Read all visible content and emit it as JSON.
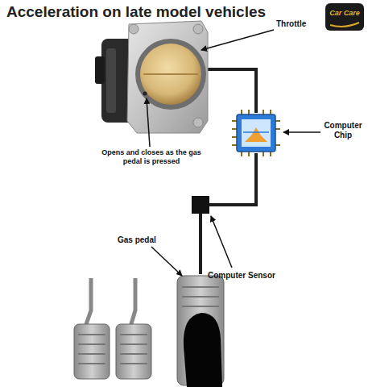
{
  "diagram": {
    "title": "Acceleration on late model vehicles",
    "labels": [
      "Throttle",
      "Opens and closes as the gas pedal is pressed",
      "Computer Chip",
      "Gas pedal",
      "Computer Sensor",
      "Car Care"
    ]
  }
}
